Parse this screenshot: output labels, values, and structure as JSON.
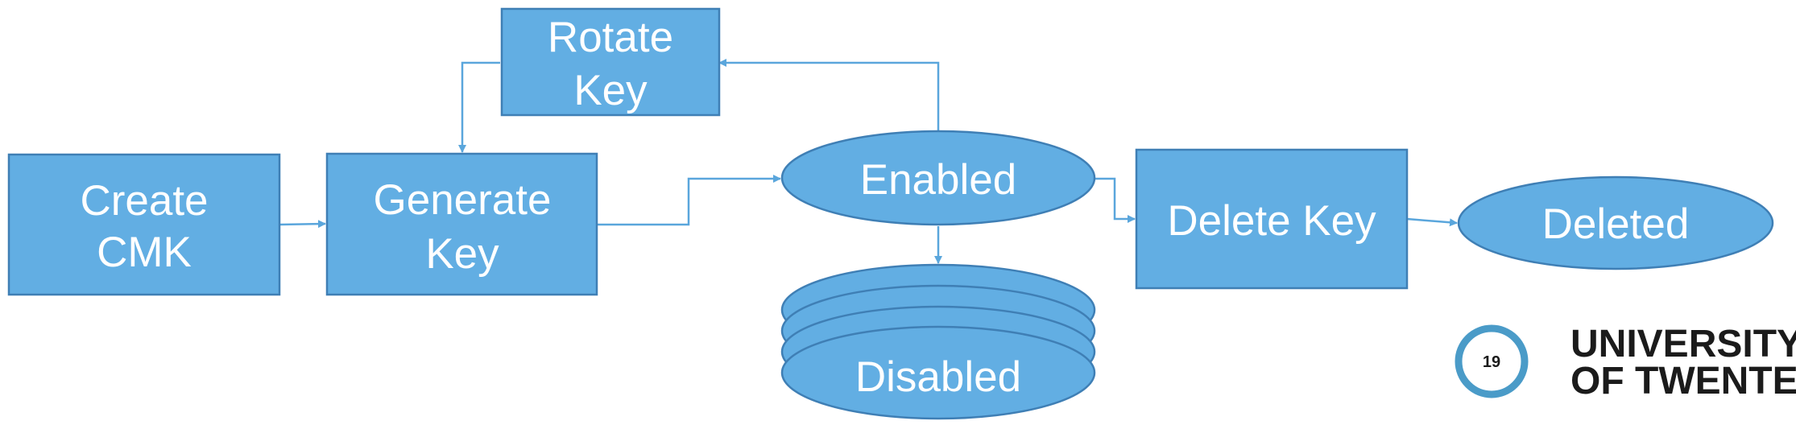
{
  "diagram": {
    "nodes": {
      "create_cmk": {
        "line1": "Create",
        "line2": "CMK"
      },
      "generate_key": {
        "line1": "Generate",
        "line2": "Key"
      },
      "rotate_key": {
        "line1": "Rotate",
        "line2": "Key"
      },
      "enabled": {
        "label": "Enabled"
      },
      "disabled": {
        "label": "Disabled"
      },
      "delete_key": {
        "label": "Delete Key"
      },
      "deleted": {
        "label": "Deleted"
      }
    },
    "colors": {
      "node_fill": "#62aee3",
      "node_stroke": "#3f7fb5",
      "connector": "#5aa6dc",
      "logo_ring": "#4a9bc8",
      "logo_text": "#1b1b1b"
    }
  },
  "footer": {
    "page_number": "19",
    "logo": {
      "line1": "UNIVERSITY",
      "line2": "OF TWENTE."
    }
  }
}
